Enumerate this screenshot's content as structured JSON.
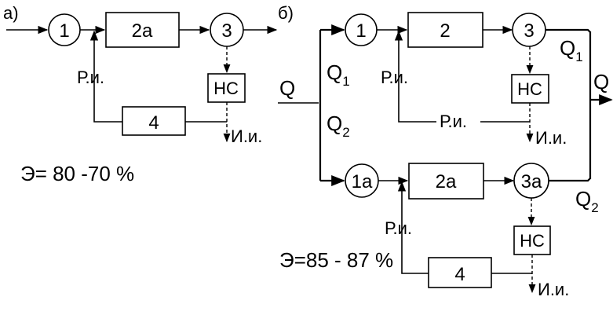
{
  "panel_a": {
    "label": "а)",
    "circle1": "1",
    "box2": "2а",
    "circle3": "3",
    "ns": "НС",
    "box4": "4",
    "ri": "Р.и.",
    "ii": "И.и.",
    "efficiency": "Э= 80 -70 %"
  },
  "panel_b": {
    "label": "б)",
    "q": "Q",
    "q1_in": "Q",
    "q1_in_sub": "1",
    "q2_in": "Q",
    "q2_in_sub": "2",
    "top": {
      "circle1": "1",
      "box2": "2",
      "circle3": "3",
      "ns": "НС",
      "ri_left": "Р.и.",
      "ri_mid": "Р.и.",
      "ii": "И.и.",
      "q_out": "Q",
      "q_out_sub": "1"
    },
    "bottom": {
      "circle1": "1а",
      "box2": "2а",
      "circle3": "3а",
      "ns": "НС",
      "box4": "4",
      "ri": "Р.и.",
      "ii": "И.и.",
      "q_out": "Q",
      "q_out_sub": "2"
    },
    "q_total": "Q",
    "efficiency": "Э=85 - 87 %"
  }
}
